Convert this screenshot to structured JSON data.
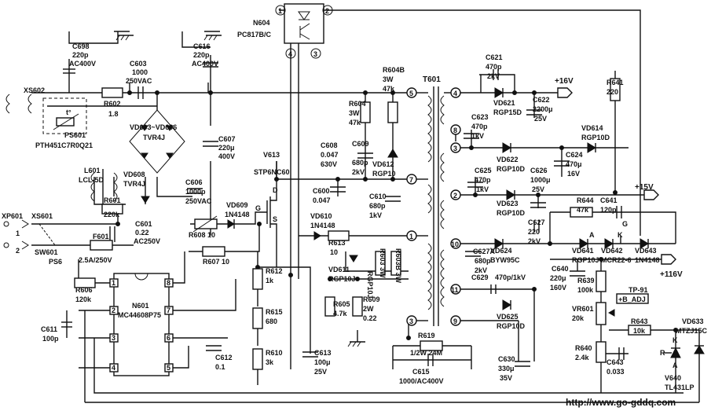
{
  "components": {
    "c698": [
      "C698",
      "220p",
      "AC400V"
    ],
    "c603": [
      "C603",
      "1000",
      "250VAC"
    ],
    "c616": [
      "C616",
      "220p",
      "AC400V"
    ],
    "xs602": [
      "XS602"
    ],
    "r602": [
      "R602",
      "1.8"
    ],
    "ps601": [
      "PS601",
      "PTH451C7R0Q21"
    ],
    "vd603": [
      "VD603~VD606",
      "TVR4J"
    ],
    "c607": [
      "C607",
      "220μ",
      "400V"
    ],
    "n604": [
      "N604",
      "PC817B/C"
    ],
    "v613": [
      "V613",
      "STP6NC60"
    ],
    "l601": [
      "L601",
      "LCL-5D"
    ],
    "vd608": [
      "VD608",
      "TVR4J"
    ],
    "c606": [
      "C606",
      "1000p",
      "250VAC"
    ],
    "r601": [
      "R601",
      "220k"
    ],
    "vd609": [
      "VD609",
      "1N4148"
    ],
    "xp601": [
      "XP601"
    ],
    "xs601": [
      "XS601"
    ],
    "c601": [
      "C601",
      "0.22",
      "AC250V"
    ],
    "r608": [
      "R608 10"
    ],
    "sw601": [
      "SW601"
    ],
    "f601": [
      "F601",
      "2.5A/250V"
    ],
    "ps6": [
      "PS6"
    ],
    "r607": [
      "R607 10"
    ],
    "r606": [
      "R606",
      "120k"
    ],
    "n601": [
      "N601",
      "MC44608P75"
    ],
    "c611": [
      "C611",
      "100p"
    ],
    "c612": [
      "C612",
      "0.1"
    ],
    "r612": [
      "R612",
      "1k"
    ],
    "r615": [
      "R615",
      "680"
    ],
    "r610": [
      "R610",
      "3k"
    ],
    "c613": [
      "C613",
      "100μ",
      "25V"
    ],
    "c600": [
      "C600",
      "0.047"
    ],
    "vd610": [
      "VD610",
      "1N4148"
    ],
    "r613": [
      "R613",
      "10"
    ],
    "vd611": [
      "VD611",
      "RGP10J"
    ],
    "r603": [
      "R603 3W"
    ],
    "r603b": [
      "R603B 3W"
    ],
    "r605": [
      "R605",
      "4.7k"
    ],
    "r609": [
      "R609",
      "2W",
      "0.22"
    ],
    "r604": [
      "R604",
      "3W",
      "47k"
    ],
    "r604b": [
      "R604B",
      "3W",
      "47k"
    ],
    "c608": [
      "C608",
      "0.047",
      "630V"
    ],
    "c609": [
      "C609",
      "680p",
      "2kV"
    ],
    "vd612": [
      "VD612",
      "RGP10"
    ],
    "c610": [
      "C610",
      "680p",
      "1kV"
    ],
    "vd611b": [
      "RGP10J"
    ],
    "t601": [
      "T601"
    ],
    "r619": [
      "R619",
      "1/2W 24M"
    ],
    "c615": [
      "C615",
      "1000/AC400V"
    ],
    "c621": [
      "C621",
      "470p",
      "2kV"
    ],
    "vd621": [
      "VD621",
      "RGP15D"
    ],
    "c622": [
      "C622",
      "2200μ",
      "25V"
    ],
    "out16": [
      "+16V"
    ],
    "r641": [
      "R641",
      "220"
    ],
    "c623": [
      "C623",
      "470p",
      "1kV"
    ],
    "vd622": [
      "VD622",
      "RGP10D"
    ],
    "vd614": [
      "VD614",
      "RGP10D"
    ],
    "c624": [
      "C624",
      "470μ",
      "16V"
    ],
    "c625": [
      "C625",
      "470p",
      "1kV"
    ],
    "c626": [
      "C626",
      "1000μ",
      "25V"
    ],
    "vd623": [
      "VD623",
      "RGP10D"
    ],
    "out15": [
      "+15V"
    ],
    "r644": [
      "R644",
      "47k"
    ],
    "c641": [
      "C641",
      "120p"
    ],
    "c627": [
      "C627",
      "220",
      "2kV"
    ],
    "c627a": [
      "C627A",
      "680p",
      "2kV"
    ],
    "vd624": [
      "VD624",
      "BYW95C"
    ],
    "vd641": [
      "VD641",
      "RGP10J"
    ],
    "vd642": [
      "VD642",
      "MCR22-6"
    ],
    "vd643": [
      "VD643",
      "1N4148"
    ],
    "c629": [
      "C629",
      "470p/1kV"
    ],
    "c640": [
      "C640",
      "220μ",
      "160V"
    ],
    "out116": [
      "+116V"
    ],
    "r639": [
      "R639",
      "100k"
    ],
    "tp91": [
      "TP-91"
    ],
    "badj": [
      "+B_ADJ"
    ],
    "vd625": [
      "VD625",
      "RGP10D"
    ],
    "vr601": [
      "VR601",
      "20k"
    ],
    "r643": [
      "R643",
      "10k"
    ],
    "vd633": [
      "VD633",
      "MTZJ15C"
    ],
    "r640": [
      "R640",
      "2.4k"
    ],
    "c643": [
      "C643",
      "0.033"
    ],
    "c630": [
      "C630",
      "330μ",
      "35V"
    ],
    "v640": [
      "V640",
      "TL431LP"
    ]
  },
  "pins": {
    "gate": "G",
    "drain": "D",
    "source": "S",
    "scr_a": "A",
    "scr_k": "K",
    "scr_g": "G",
    "tl_k": "K",
    "tl_r": "R",
    "tl_a": "A",
    "sw1": "1",
    "sw2": "2",
    "sw3": "3",
    "sw4": "4",
    "thermistor": "t°"
  },
  "opto_pins": [
    "1",
    "2",
    "3",
    "4"
  ],
  "ic_pins": [
    "1",
    "2",
    "3",
    "4",
    "5",
    "6",
    "7",
    "8"
  ],
  "transformer_pins": [
    "5",
    "7",
    "1",
    "3",
    "4",
    "8",
    "3",
    "2",
    "10",
    "11",
    "9"
  ],
  "watermark": "http://www.go-gddq.com"
}
